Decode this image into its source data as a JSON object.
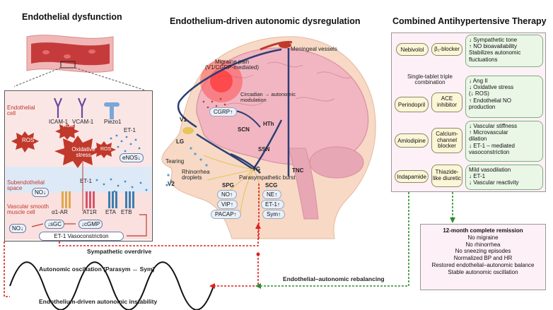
{
  "titles": {
    "left": "Endothelial dysfunction",
    "center": "Endothelium-driven autonomic dysregulation",
    "right": "Combined Antihypertensive Therapy"
  },
  "left_panel": {
    "zones": {
      "endothelial": "Endothelial cell",
      "subendothelial": "Subendothelial space",
      "vsm": "Vascular smooth muscle cell"
    },
    "icam": "ICAM-1",
    "vcam": "VCAM-1",
    "piezo": "Piezo1",
    "ros1": "ROS",
    "ros2": "ROS",
    "ros3": "ROS",
    "oxidative_stress": "Oxidative stress",
    "et1_a": "ET-1",
    "enos": "eNOS↓",
    "no_sub": "NO↓",
    "et1_b": "ET-1",
    "a1ar": "α1-AR",
    "at1r": "AT1R",
    "eta": "ETA",
    "etb": "ETB",
    "no_vsm": "NO↓",
    "sgc": "↓sGC",
    "cgmp": "↓cGMP",
    "vasoconstriction": "ET-1 Vasoconstriction"
  },
  "center": {
    "meningeal": "Meningeal vessels",
    "migraine": "Migraine pain (V1/CGRP-mediated)",
    "cgrp": "CGRP↑",
    "circadian": "Circadian → autonomic modulation",
    "scn": "SCN",
    "hth": "HTh",
    "ssn": "SSN",
    "v1": "V1",
    "lg": "LG",
    "tearing": "Tearing",
    "rhinorrhea": "Rhinorrhea droplets",
    "v2": "V2",
    "spg": "SPG",
    "no_up": "NO↑",
    "vip": "VIP↑",
    "pacap": "PACAP↑",
    "tg": "TG",
    "parasym_burst": "Parasympathetic burst",
    "scg": "SCG",
    "ne": "NE↑",
    "et1": "ET-1↑",
    "sym": "Sym↑",
    "tnc": "TNC"
  },
  "bottom": {
    "sympathetic_overdrive": "Sympathetic overdrive",
    "oscillation": "Autonomic oscillation (Parasym ↔ Sym)",
    "instability": "Endothelium-driven autonomic instability",
    "rebalancing": "Endothelial–autonomic rebalancing"
  },
  "therapy": {
    "single_tablet": "Single-tablet triple combination",
    "rows": [
      {
        "drug": "Nebivolol",
        "cls": "β₁-blocker",
        "effects": [
          "↓ Sympathetic tone",
          "↑ NO bioavailability",
          "Stabilizes autonomic",
          "fluctuations"
        ]
      },
      {
        "drug": "Perindopril",
        "cls": "ACE inhibitor",
        "effects": [
          "↓ Ang II",
          "↓ Oxidative stress",
          "(↓ ROS)",
          "↑ Endothelial NO",
          "production"
        ]
      },
      {
        "drug": "Amlodipine",
        "cls": "Calcium-channel blocker",
        "effects": [
          "↓ Vascular stiffness",
          "↑ Microvascular",
          "dilation",
          "↓ ET-1 – mediated",
          "vasoconstriction"
        ]
      },
      {
        "drug": "Indapamide",
        "cls": "Thiazide-like diuretic",
        "effects": [
          "Mild vasodilation",
          "↓ ET-1",
          "↓ Vascular reactivity"
        ]
      }
    ]
  },
  "remission": {
    "title": "12-month complete remission",
    "items": [
      "No migraine",
      "No rhinorrhea",
      "No sneezing episodes",
      "Normalized BP and HR",
      "Restored endothelial–autonomic balance",
      "Stable autonomic oscillation"
    ]
  }
}
